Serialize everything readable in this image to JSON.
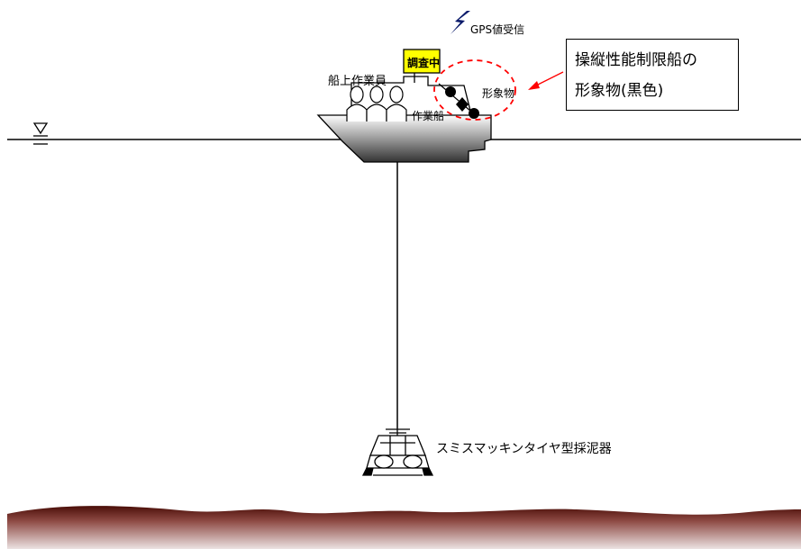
{
  "gps": {
    "label": "GPS値受信"
  },
  "sign": {
    "label": "調査中",
    "color": "#ffff00"
  },
  "crew": {
    "label": "船上作業員"
  },
  "vessel": {
    "label": "作業船"
  },
  "shape": {
    "label": "形象物"
  },
  "callout": {
    "line1": "操縦性能制限船の",
    "line2": "形象物(黒色)"
  },
  "waterline": {
    "symbol": "▽"
  },
  "sampler": {
    "label": "スミスマッキンタイヤ型採泥器"
  },
  "colors": {
    "seabed_top": "#4a0e08",
    "seabed_bottom": "#e9dede",
    "arrow": "#ff0000",
    "highlight": "#ff0000"
  }
}
